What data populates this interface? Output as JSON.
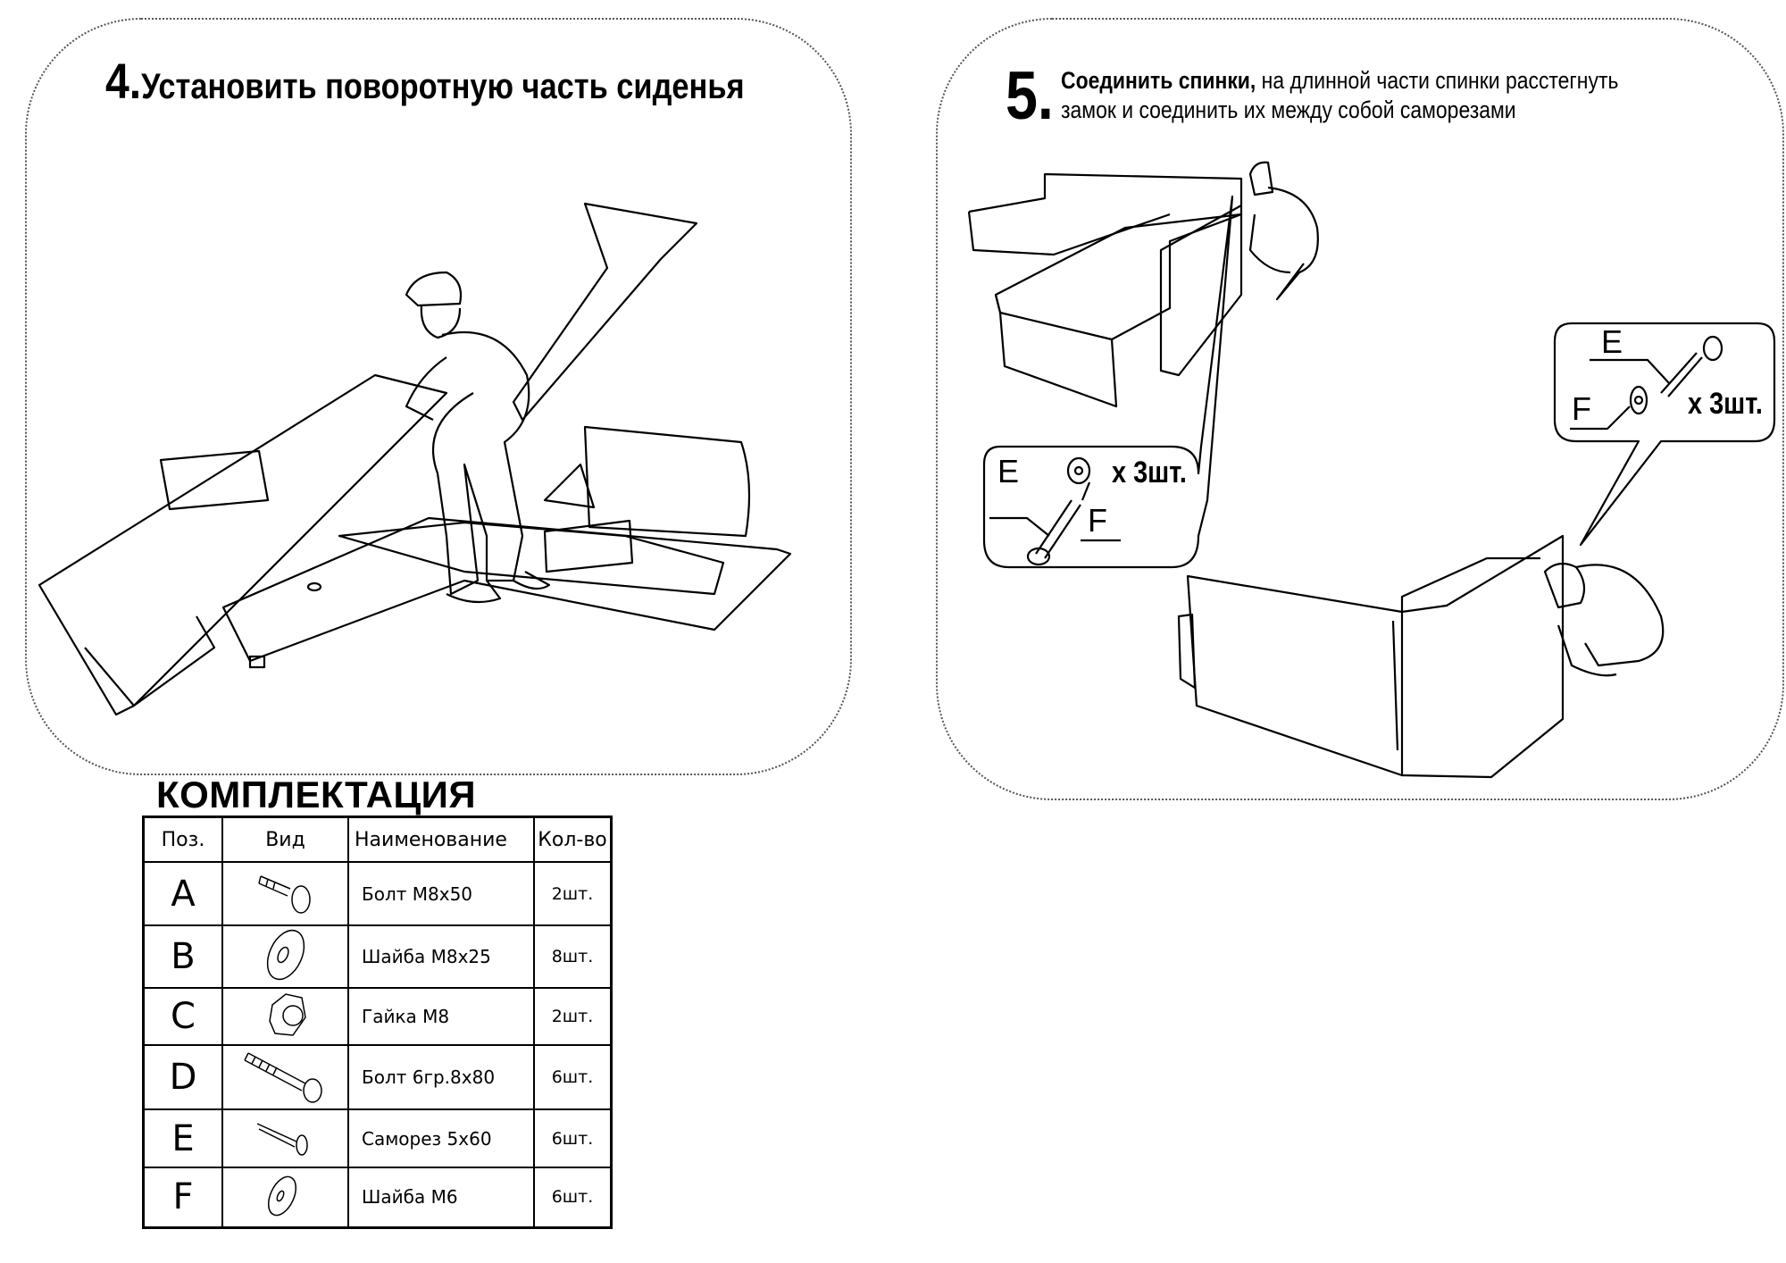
{
  "step4": {
    "number": "4.",
    "title": "Установить поворотную часть сиденья"
  },
  "step5": {
    "number": "5.",
    "title_bold": "Соединить спинки,",
    "title_rest": " на длинной части  спинки расстегнуть",
    "title_line2": "замок и соединить их между собой саморезами",
    "callout_left": {
      "e_label": "E",
      "f_label": "F",
      "qty": "x 3шт."
    },
    "callout_right": {
      "e_label": "E",
      "f_label": "F",
      "qty": "x 3шт."
    }
  },
  "kit": {
    "title": "КОМПЛЕКТАЦИЯ",
    "headers": [
      "Поз.",
      "Вид",
      "Наименование",
      "Кол-во"
    ],
    "rows": [
      {
        "pos": "A",
        "icon": "carriage-bolt-icon",
        "name": "Болт М8х50",
        "qty": "2шт."
      },
      {
        "pos": "B",
        "icon": "large-washer-icon",
        "name": "Шайба М8х25",
        "qty": "8шт."
      },
      {
        "pos": "C",
        "icon": "hex-nut-icon",
        "name": "Гайка М8",
        "qty": "2шт."
      },
      {
        "pos": "D",
        "icon": "hex-bolt-icon",
        "name": "Болт 6гр.8х80",
        "qty": "6шт."
      },
      {
        "pos": "E",
        "icon": "wood-screw-icon",
        "name": "Саморез 5х60",
        "qty": "6шт."
      },
      {
        "pos": "F",
        "icon": "small-washer-icon",
        "name": "Шайба М6",
        "qty": "6шт."
      }
    ]
  }
}
